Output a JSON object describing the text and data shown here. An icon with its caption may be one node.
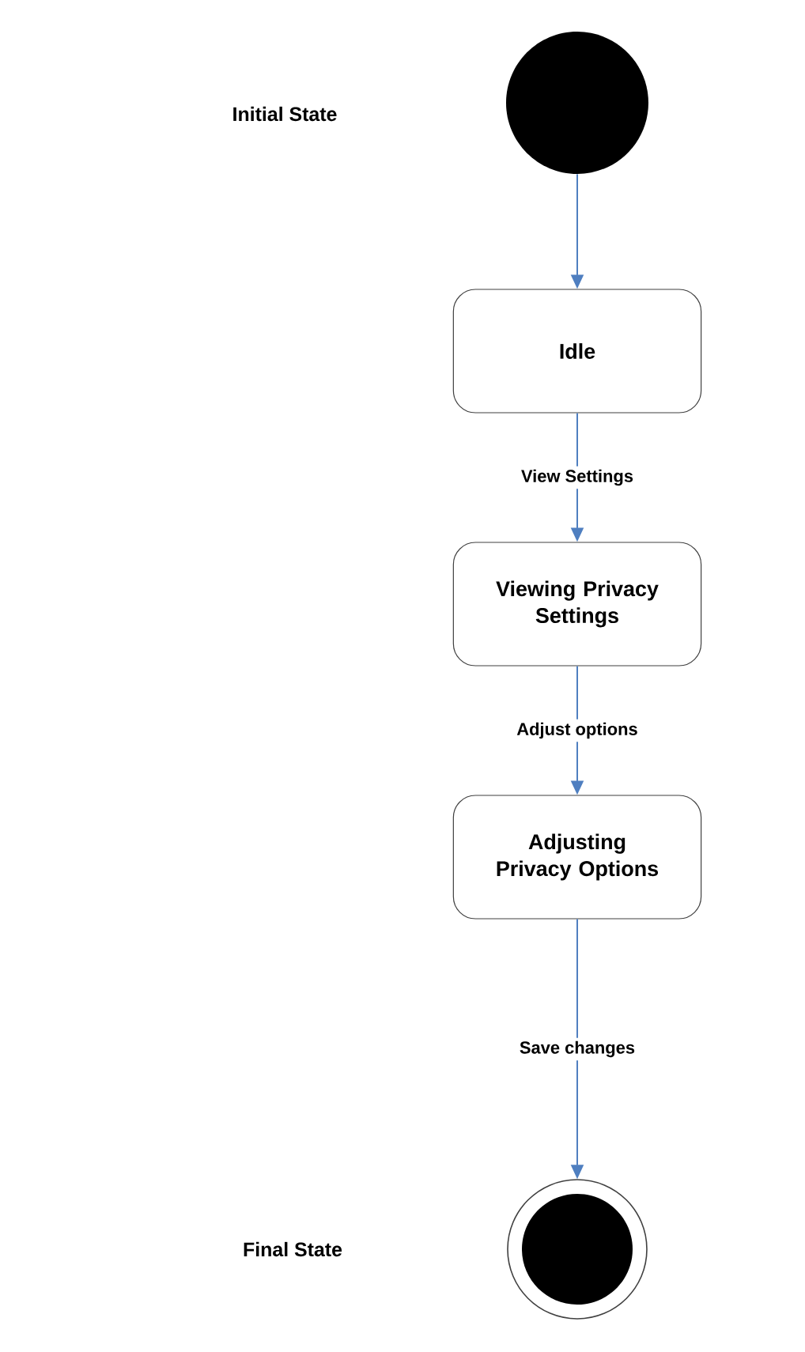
{
  "diagram": {
    "nodes": [
      {
        "text": [],
        "shape": "circle"
      },
      {
        "text": [
          "Idle"
        ]
      },
      {
        "text": [
          "Viewing Privacy Settings"
        ]
      },
      {
        "text": [
          "Adjusting Privacy Options"
        ]
      },
      {
        "text": [],
        "shape": "circle"
      }
    ],
    "labels": [
      "Initial State",
      "Final State"
    ],
    "edges": [
      {
        "from": 0,
        "to": 1,
        "arrow": "to"
      },
      {
        "from": 1,
        "to": 2,
        "arrow": "to",
        "label": "View Settings"
      },
      {
        "from": 2,
        "to": 3,
        "arrow": "to",
        "label": "Adjust options"
      },
      {
        "from": 3,
        "to": 4,
        "arrow": "to",
        "label": "Save changes"
      }
    ]
  }
}
